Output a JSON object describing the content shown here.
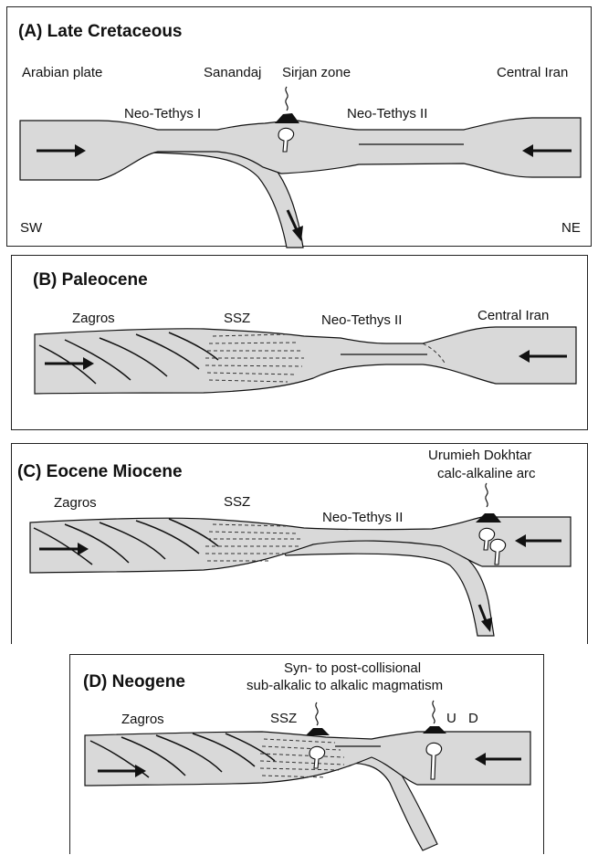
{
  "panels": {
    "a": {
      "title": "(A) Late Cretaceous",
      "labels": {
        "arabian_plate": "Arabian plate",
        "sanandaj": "Sanandaj",
        "sirjan_zone": "Sirjan zone",
        "central_iran": "Central Iran",
        "neo_tethys_1": "Neo-Tethys I",
        "neo_tethys_2": "Neo-Tethys II",
        "sw": "SW",
        "ne": "NE"
      }
    },
    "b": {
      "title": "(B) Paleocene",
      "labels": {
        "zagros": "Zagros",
        "ssz": "SSZ",
        "neo_tethys_2": "Neo-Tethys II",
        "central_iran": "Central Iran"
      }
    },
    "c": {
      "title": "(C) Eocene  Miocene",
      "labels": {
        "arc_line1": "Urumieh  Dokhtar",
        "arc_line2": "calc-alkaline arc",
        "zagros": "Zagros",
        "ssz": "SSZ",
        "neo_tethys_2": "Neo-Tethys II"
      }
    },
    "d": {
      "title": "(D) Neogene",
      "labels": {
        "magmatism_line1": "Syn-  to post-collisional",
        "magmatism_line2": "sub-alkalic to alkalic magmatism",
        "zagros": "Zagros",
        "ssz": "SSZ",
        "u": "U",
        "d": "D"
      }
    }
  }
}
